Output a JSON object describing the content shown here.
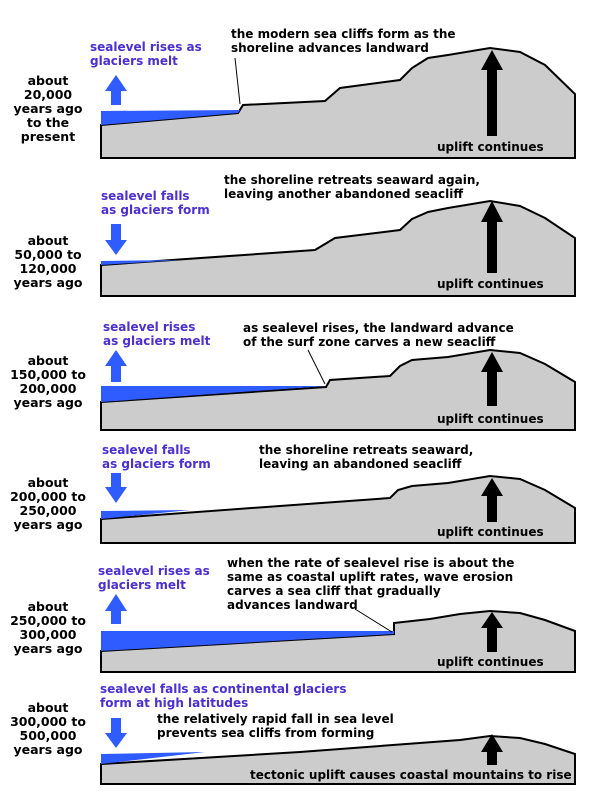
{
  "colors": {
    "water": "#2f5cff",
    "land": "#cccccc",
    "outline": "#000000",
    "sealevel_text": "#4b2fcf",
    "text": "#000000"
  },
  "panels": [
    {
      "age": "about\n20,000\nyears ago\nto the\npresent",
      "sealevel": "sealevel rises as\nglaciers melt",
      "direction": "up",
      "note": "the modern sea cliffs form as the\nshoreline advances landward",
      "uplift": "uplift continues",
      "arrow_icon": "up-arrow-icon"
    },
    {
      "age": "about\n50,000 to\n120,000\nyears ago",
      "sealevel": "sealevel falls\nas glaciers form",
      "direction": "down",
      "note": "the shoreline retreats seaward again,\nleaving another abandoned seacliff",
      "uplift": "uplift continues",
      "arrow_icon": "down-arrow-icon"
    },
    {
      "age": "about\n150,000 to\n200,000\nyears ago",
      "sealevel": "sealevel rises\nas glaciers melt",
      "direction": "up",
      "note": "as sealevel rises, the landward advance\nof the surf zone carves a new seacliff",
      "uplift": "uplift continues",
      "arrow_icon": "up-arrow-icon"
    },
    {
      "age": "about\n200,000 to\n250,000\nyears ago",
      "sealevel": "sealevel falls\nas glaciers form",
      "direction": "down",
      "note": "the shoreline retreats seaward,\nleaving an abandoned seacliff",
      "uplift": "uplift continues",
      "arrow_icon": "down-arrow-icon"
    },
    {
      "age": "about\n250,000 to\n300,000\nyears ago",
      "sealevel": "sealevel rises as\nglaciers melt",
      "direction": "up",
      "note": "when the rate of sealevel rise is about the\nsame as coastal uplift rates, wave erosion\ncarves a sea cliff that gradually\nadvances landward",
      "uplift": "uplift continues",
      "arrow_icon": "up-arrow-icon"
    },
    {
      "age": "about\n300,000 to\n500,000\nyears ago",
      "sealevel": "sealevel falls as continental glaciers\nform at high latitudes",
      "direction": "down",
      "note": "the relatively rapid fall in sea level\nprevents sea cliffs from forming",
      "uplift": "tectonic uplift causes coastal mountains to rise",
      "arrow_icon": "down-arrow-icon"
    }
  ]
}
